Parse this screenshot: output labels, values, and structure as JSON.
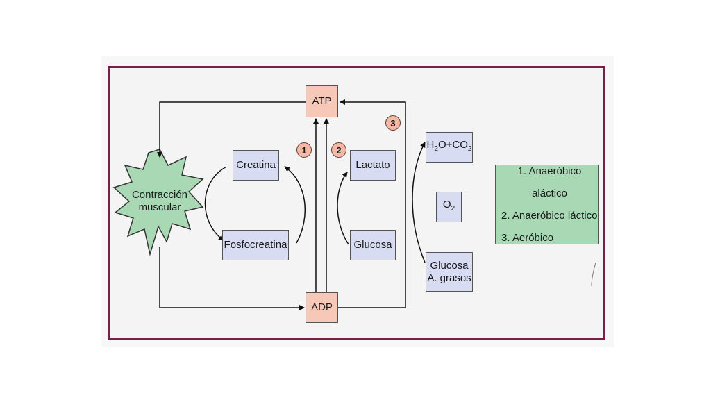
{
  "diagram": {
    "atp": "ATP",
    "adp": "ADP",
    "contraction": [
      "Contracción",
      "muscular"
    ],
    "creatina": "Creatina",
    "fosfocreatina": "Fosfocreatina",
    "lactato": "Lactato",
    "glucosa": "Glucosa",
    "water_co2": {
      "h": "H",
      "h_sub": "2",
      "mid": "O+CO",
      "co_sub": "2"
    },
    "oxygen": {
      "o": "O",
      "o_sub": "2"
    },
    "substrates": [
      "Glucosa",
      "A. grasos"
    ],
    "markers": [
      "1",
      "2",
      "3"
    ]
  },
  "legend": {
    "items": [
      "1. Anaeróbico aláctico",
      "2. Anaeróbico láctico",
      "3. Aeróbico"
    ]
  },
  "colors": {
    "frame": "#7a1f4c",
    "box_blue": "#d8dcf2",
    "box_salmon": "#f7c8b8",
    "burst_green": "#a9d8b4",
    "legend_green": "#a9d8b4"
  }
}
